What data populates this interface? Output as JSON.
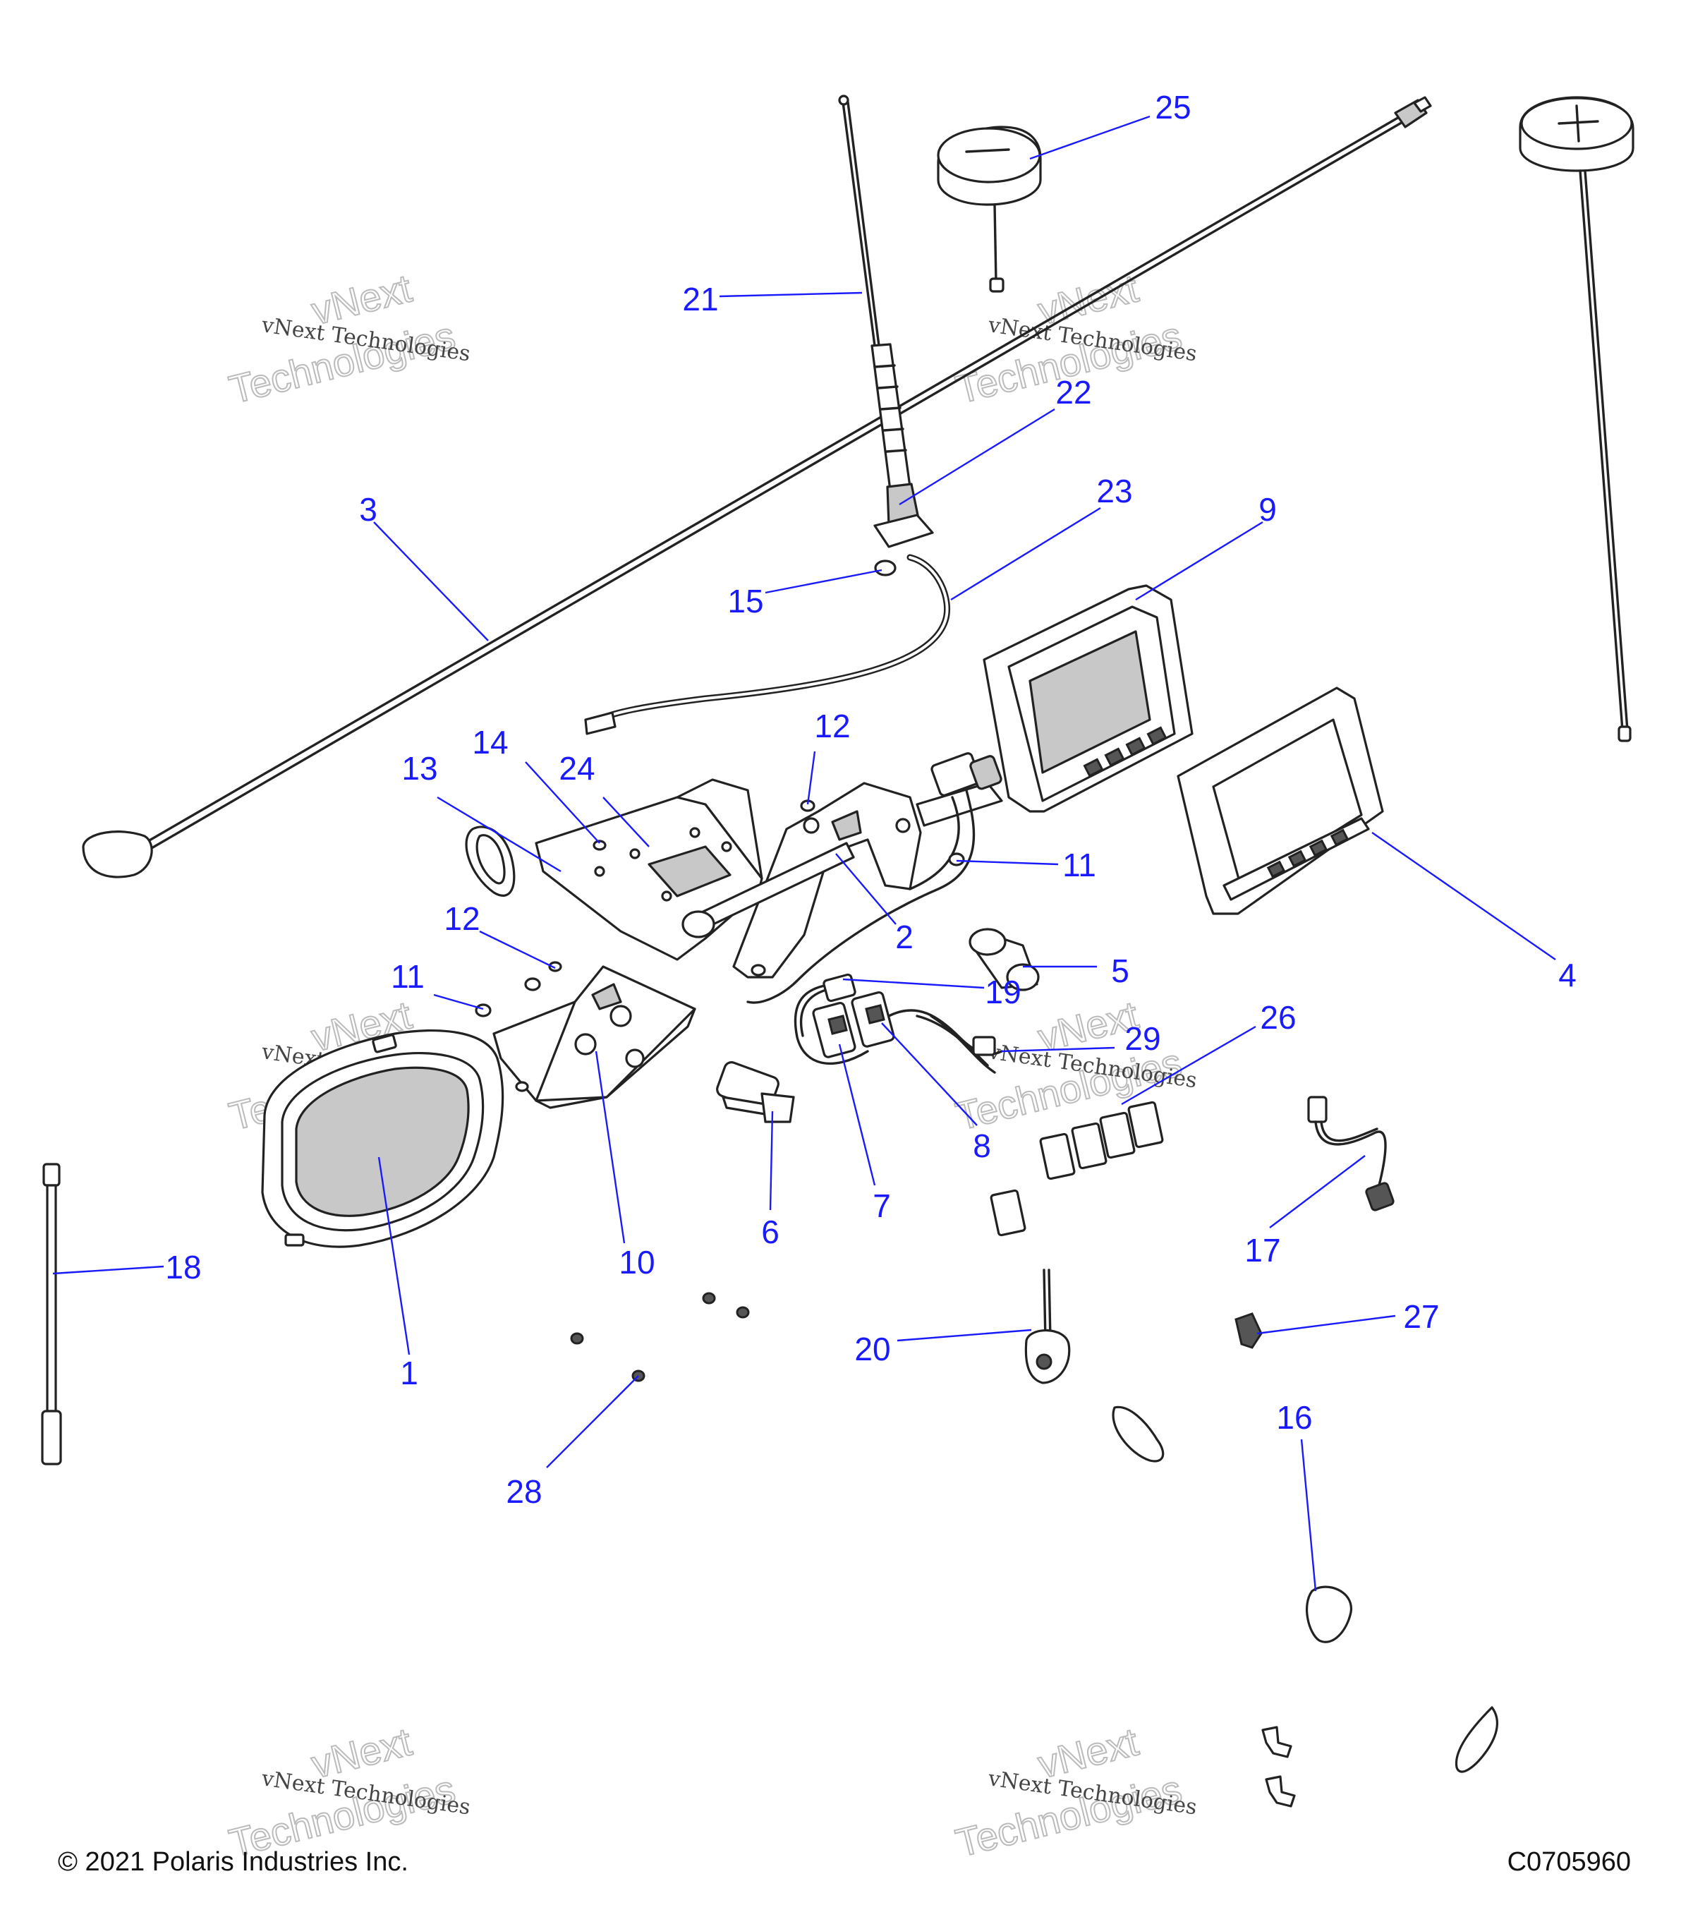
{
  "footer": {
    "copyright": "© 2021 Polaris Industries Inc.",
    "drawing_id": "C0705960"
  },
  "watermark": {
    "line1": "vNext Technologies",
    "line2": "vNext",
    "line3": "Technologies"
  },
  "callouts": [
    "1",
    "2",
    "3",
    "4",
    "5",
    "6",
    "7",
    "8",
    "9",
    "10",
    "11",
    "11",
    "12",
    "12",
    "13",
    "14",
    "15",
    "16",
    "17",
    "18",
    "19",
    "20",
    "21",
    "22",
    "23",
    "24",
    "25",
    "26",
    "27",
    "28",
    "29"
  ],
  "colors": {
    "callout": "#1a1aff",
    "line": "#222222"
  }
}
